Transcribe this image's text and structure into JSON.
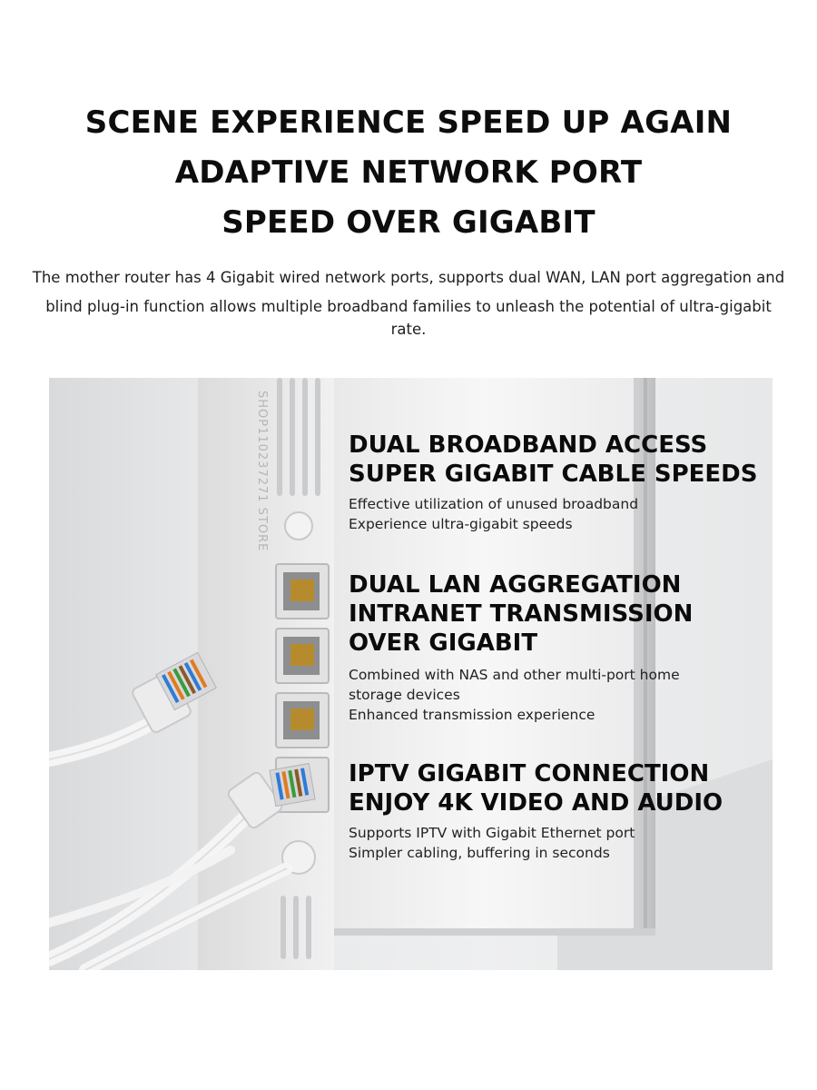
{
  "headline": {
    "line1": "SCENE EXPERIENCE SPEED UP AGAIN",
    "line2": "ADAPTIVE NETWORK PORT",
    "line3": "SPEED OVER GIGABIT"
  },
  "intro": {
    "line1": "The mother router has 4 Gigabit wired network ports, supports dual WAN, LAN port aggregation and",
    "line2": "blind plug-in function allows multiple broadband families to unleash the potential of ultra-gigabit",
    "line3": "rate."
  },
  "watermark": "SHOP110237271 STORE",
  "features": [
    {
      "title": [
        "DUAL BROADBAND ACCESS",
        "SUPER GIGABIT CABLE SPEEDS"
      ],
      "desc": [
        "Effective utilization of unused broadband",
        "Experience ultra-gigabit speeds"
      ]
    },
    {
      "title": [
        "DUAL LAN AGGREGATION",
        "INTRANET TRANSMISSION",
        "OVER GIGABIT"
      ],
      "desc": [
        "Combined with NAS and other multi-port home",
        "storage devices",
        "Enhanced transmission experience"
      ]
    },
    {
      "title": [
        "IPTV GIGABIT CONNECTION",
        "ENJOY 4K VIDEO AND AUDIO"
      ],
      "desc": [
        "Supports IPTV with Gigabit Ethernet port",
        "Simpler cabling, buffering in seconds"
      ]
    }
  ],
  "colors": {
    "text": "#111111",
    "background": "#ffffff",
    "scene_background": "#e6e7e8",
    "router_body": "#f4f4f4"
  },
  "icons": [
    "router-image",
    "ethernet-port-icon",
    "ethernet-cable-icon",
    "reset-button-icon",
    "power-connector-icon"
  ]
}
